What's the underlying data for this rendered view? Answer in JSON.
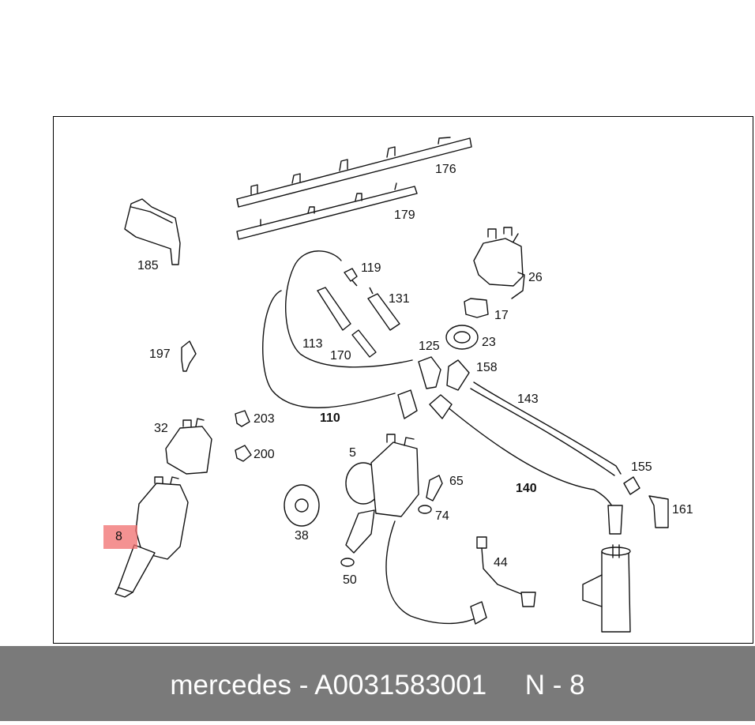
{
  "parts": {
    "p176": "176",
    "p179": "179",
    "p185": "185",
    "p119": "119",
    "p131": "131",
    "p26": "26",
    "p17": "17",
    "p23": "23",
    "p197": "197",
    "p113": "113",
    "p170": "170",
    "p125": "125",
    "p158": "158",
    "p143": "143",
    "p110": "110",
    "p203": "203",
    "p32": "32",
    "p200": "200",
    "p5": "5",
    "p65": "65",
    "p140": "140",
    "p155": "155",
    "p161": "161",
    "p74": "74",
    "p38": "38",
    "p8": "8",
    "p44": "44",
    "p50": "50"
  },
  "footer": {
    "text": "mercedes - A0031583001     N - 8"
  },
  "highlight": {
    "part": "8",
    "color": "#f06e6e"
  }
}
